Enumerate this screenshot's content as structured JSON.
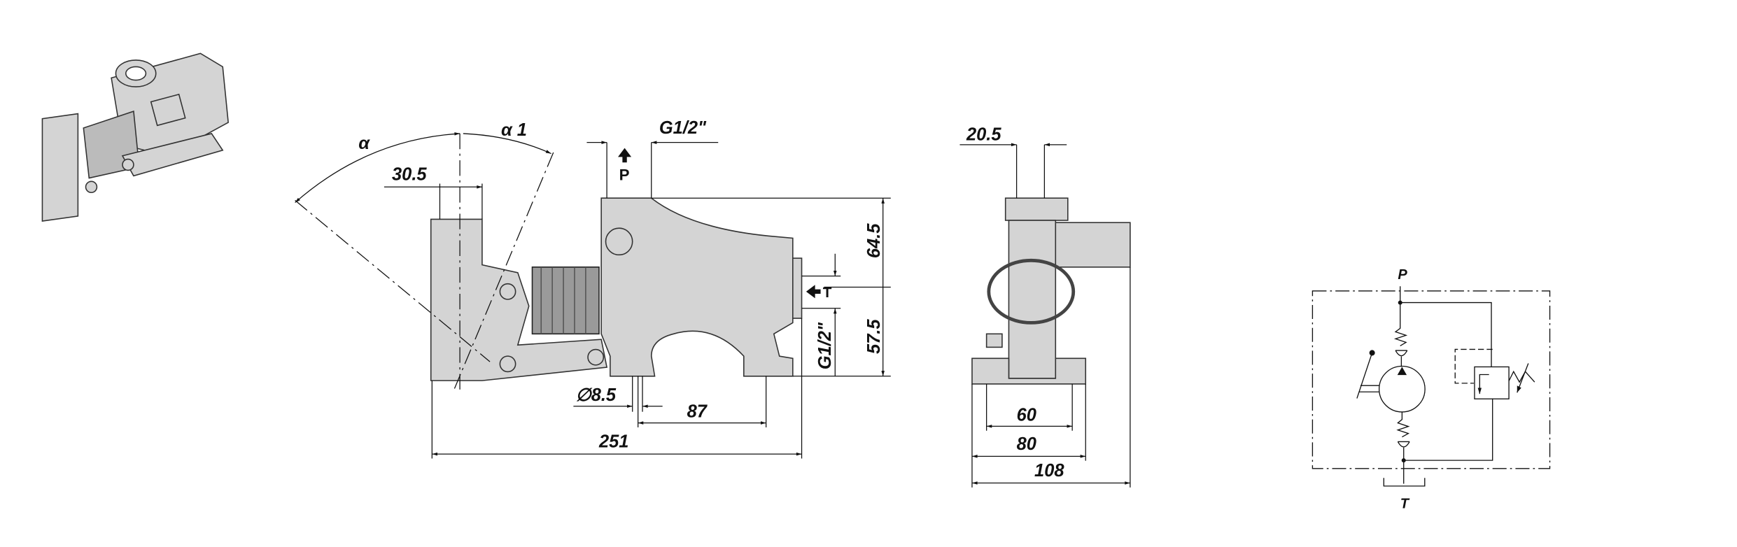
{
  "side_view": {
    "angle_alpha": "α",
    "angle_alpha1": "α 1",
    "lever_width": "30.5",
    "port_p_thread": "G1/2\"",
    "port_p_label": "P",
    "port_t_label": "T",
    "port_t_thread": "G1/2\"",
    "height_upper": "64.5",
    "height_lower": "57.5",
    "hole_diameter": "∅8.5",
    "hole_spacing": "87",
    "overall_length": "251"
  },
  "front_view": {
    "port_width": "20.5",
    "base_inner": "60",
    "base_outer": "80",
    "overall_width": "108"
  },
  "schematic": {
    "port_p": "P",
    "port_t": "T"
  }
}
